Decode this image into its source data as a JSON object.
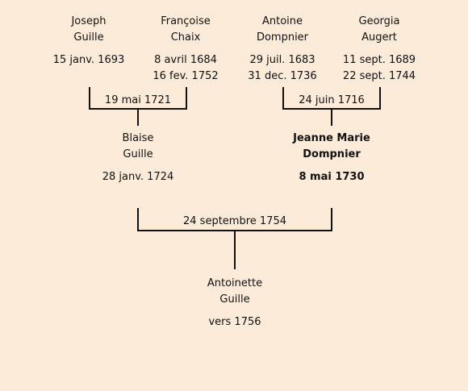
{
  "grandparents": [
    {
      "first": "Joseph",
      "last": "Guille",
      "birth": "15 janv. 1693",
      "death": ""
    },
    {
      "first": "Françoise",
      "last": "Chaix",
      "birth": "8 avril 1684",
      "death": "16 fev. 1752"
    },
    {
      "first": "Antoine",
      "last": "Dompnier",
      "birth": "29 juil. 1683",
      "death": "31 dec. 1736"
    },
    {
      "first": "Georgia",
      "last": "Augert",
      "birth": "11 sept. 1689",
      "death": "22 sept. 1744"
    }
  ],
  "marriages": {
    "paternal": "19 mai 1721",
    "maternal": "24 juin 1716",
    "parents": "24 septembre 1754"
  },
  "parents": [
    {
      "first": "Blaise",
      "last": "Guille",
      "birth": "28 janv. 1724"
    },
    {
      "first": "Jeanne Marie",
      "last": "Dompnier",
      "birth": "8 mai 1730"
    }
  ],
  "child": {
    "first": "Antoinette",
    "last": "Guille",
    "birth": "vers 1756"
  }
}
